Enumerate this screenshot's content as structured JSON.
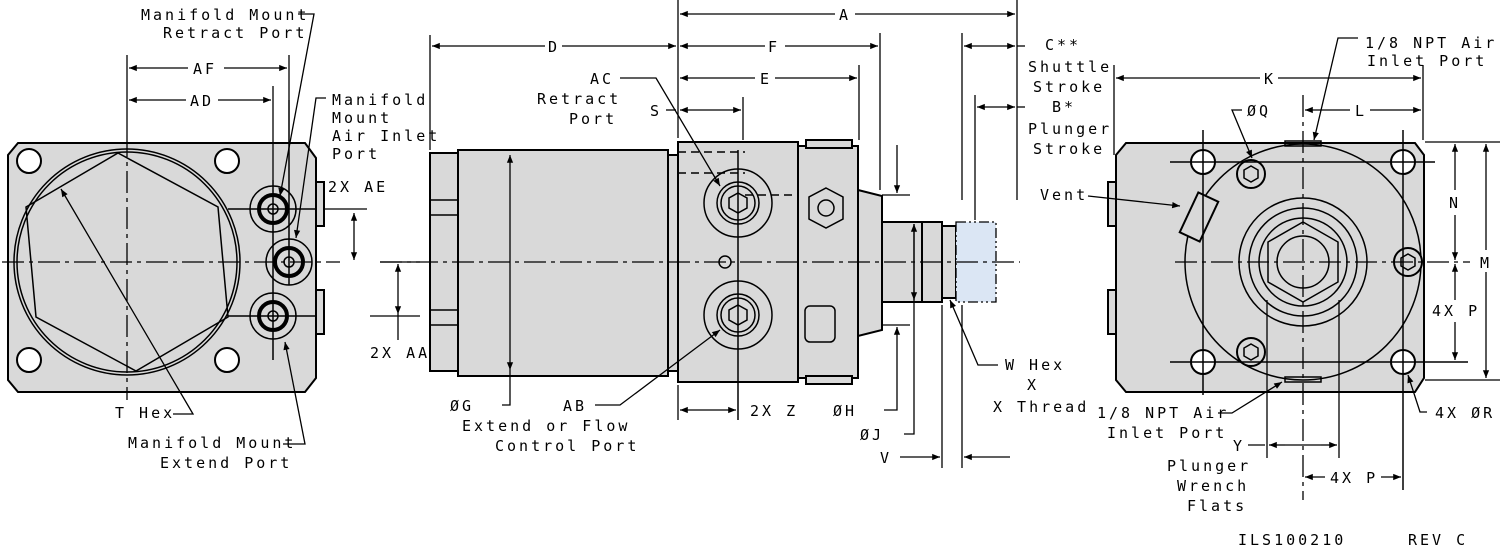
{
  "drawing": {
    "number": "ILS100210",
    "revision": "REV C",
    "accent_fill": "#d9d9d9",
    "phantom_fill": "#dbe6f4"
  },
  "left_view": {
    "labels": {
      "retract_port_line1": "Manifold Mount",
      "retract_port_line2": "Retract Port",
      "air_inlet_line1": "Manifold",
      "air_inlet_line2": "Mount",
      "air_inlet_line3": "Air Inlet",
      "air_inlet_line4": "Port",
      "af": "AF",
      "ad": "AD",
      "ae": "2X AE",
      "aa": "2X AA",
      "t_hex": "T Hex",
      "extend_port_line1": "Manifold Mount",
      "extend_port_line2": "Extend Port"
    }
  },
  "side_view": {
    "labels": {
      "a": "A",
      "d": "D",
      "f": "F",
      "e": "E",
      "s": "S",
      "ac_line1": "AC",
      "ac_line2": "Retract",
      "ac_line3": "Port",
      "c_line1": "C**",
      "c_line2": "Shuttle",
      "c_line3": "Stroke",
      "b_line1": "B*",
      "b_line2": "Plunger",
      "b_line3": "Stroke",
      "g": "ØG",
      "ab": "AB",
      "ab_line2": "Extend or Flow",
      "ab_line3": "Control Port",
      "z": "2X Z",
      "h": "ØH",
      "j": "ØJ",
      "v": "V",
      "w_line1": "W Hex",
      "w_line2": "X",
      "w_line3": "X Thread"
    }
  },
  "right_view": {
    "labels": {
      "npt_top_line1": "1/8 NPT Air",
      "npt_top_line2": "Inlet Port",
      "k": "K",
      "l": "L",
      "q": "ØQ",
      "vent": "Vent",
      "n": "N",
      "m": "M",
      "p_vert": "4X  P",
      "r": "4X ØR",
      "npt_bot_line1": "1/8 NPT Air",
      "npt_bot_line2": "Inlet Port",
      "y": "Y",
      "y_line2": "Plunger",
      "y_line3": "Wrench",
      "y_line4": "Flats",
      "p_horiz": "4X P"
    }
  }
}
